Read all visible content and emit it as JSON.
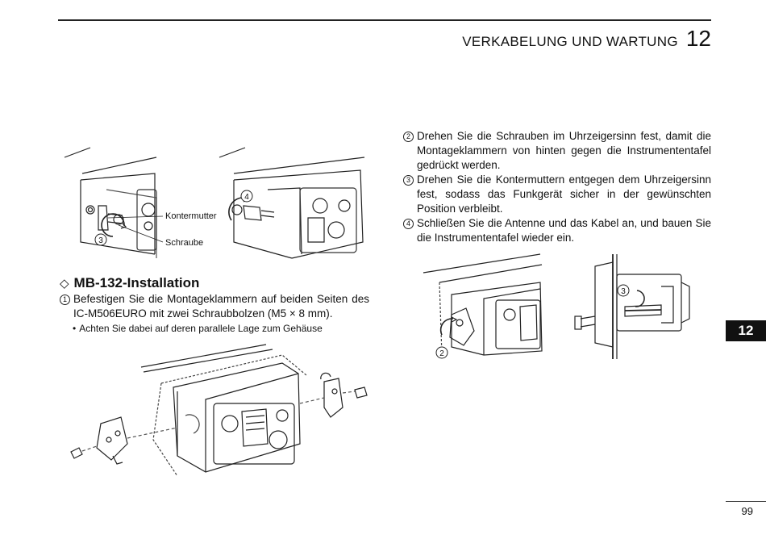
{
  "header": {
    "title": "VERKABELUNG UND WARTUNG",
    "chapter_number": "12"
  },
  "chapter_tab": "12",
  "page_number": "99",
  "figure_top": {
    "label_kontermutter": "Kontermutter",
    "label_schraube": "Schraube",
    "marker_a": "3",
    "marker_b": "4"
  },
  "section": {
    "heading": "MB-132-Installation",
    "heading_symbol": "◇",
    "steps_left": [
      {
        "num": "1",
        "text": "Befestigen Sie die Montageklammern auf beiden Seiten des IC-M506EURO mit zwei Schraubbolzen (M5 × 8 mm)."
      }
    ],
    "note": "Achten Sie dabei auf deren parallele Lage zum Gehäuse",
    "steps_right": [
      {
        "num": "2",
        "text": "Drehen Sie die Schrauben im Uhrzeigersinn fest, damit die Montageklammern von hinten gegen die Instrumententafel gedrückt werden."
      },
      {
        "num": "3",
        "text": "Drehen Sie die Kontermuttern entgegen dem Uhrzeigersinn fest, sodass das Funkgerät sicher in der gewünschten Position verbleibt."
      },
      {
        "num": "4",
        "text": "Schließen Sie die Antenne und das Kabel an, und bauen Sie die Instrumententafel wieder ein."
      }
    ]
  },
  "figure_right": {
    "marker_a": "2",
    "marker_b": "3"
  }
}
